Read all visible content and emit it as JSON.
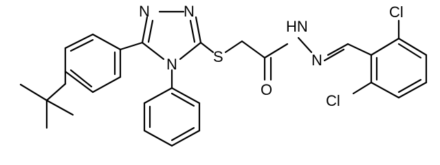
{
  "labels": {
    "n_top_left": "N",
    "n_top_right": "N",
    "n_ring": "N",
    "sulfur": "S",
    "oxygen": "O",
    "nh": "HN",
    "n_imine": "N",
    "cl_top": "Cl",
    "cl_bottom": "Cl"
  }
}
